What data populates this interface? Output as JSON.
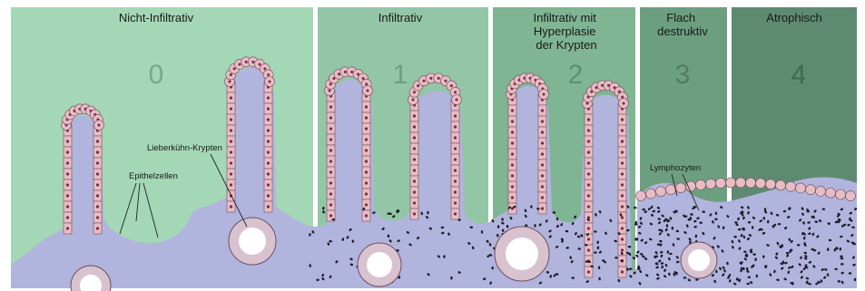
{
  "colors": {
    "panel_0": "#a4d7b5",
    "panel_1": "#93c6a6",
    "panel_2": "#7fb593",
    "panel_3": "#6c9f80",
    "panel_4": "#5f8a72",
    "tissue": "#b1b4dd",
    "cell_fill": "#e8bcc3",
    "cell_stroke": "#6e5060",
    "nucleus": "#7a2a4a",
    "lymphocyte": "#1e1e2a",
    "number_color_light": "#7aa88a",
    "number_color_dark": "#3f6a52"
  },
  "stages": [
    {
      "number": "0",
      "title_lines": [
        "Nicht-Infiltrativ"
      ]
    },
    {
      "number": "1",
      "title_lines": [
        "Infiltrativ"
      ]
    },
    {
      "number": "2",
      "title_lines": [
        "Infiltrativ mit",
        "Hyperplasie",
        "der Krypten"
      ]
    },
    {
      "number": "3",
      "title_lines": [
        "Flach",
        "destruktiv"
      ]
    },
    {
      "number": "4",
      "title_lines": [
        "Atrophisch"
      ]
    }
  ],
  "annotations": {
    "crypts": "Lieberkühn-Krypten",
    "epithelium": "Epithelzellen",
    "lymphocytes": "Lymphozyten"
  },
  "icons": {
    "crypt": "crypt-circle-icon",
    "lymphocyte": "lymphocyte-dot-icon"
  }
}
